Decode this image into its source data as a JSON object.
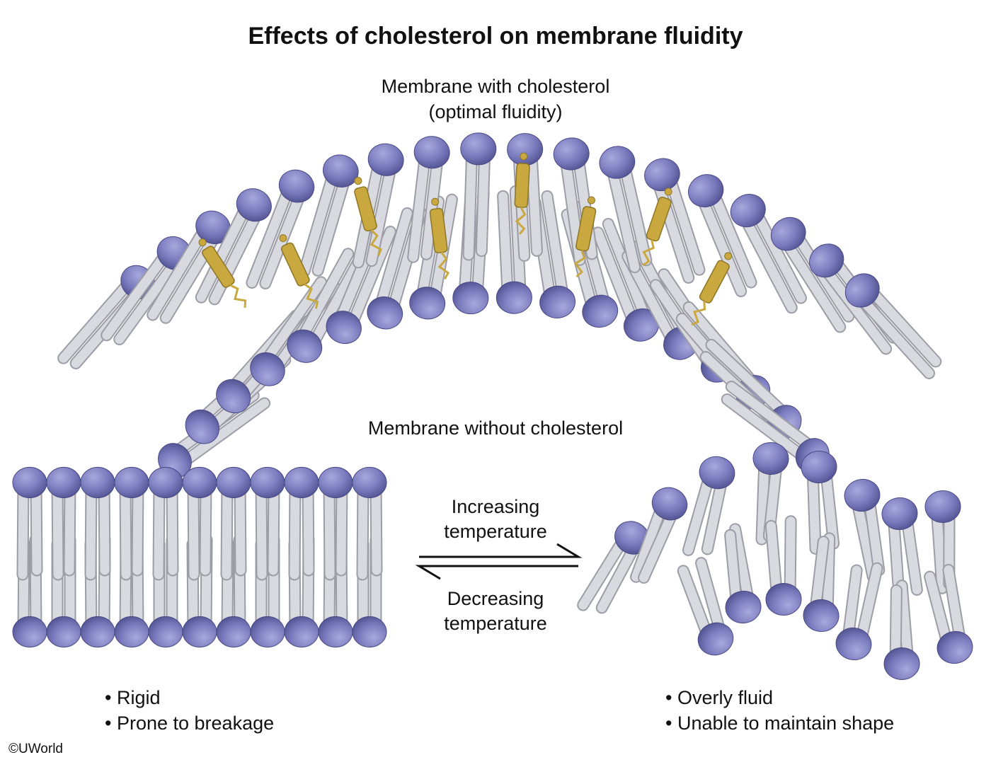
{
  "title": "Effects of cholesterol on membrane fluidity",
  "top_label": {
    "line1": "Membrane with cholesterol",
    "line2": "(optimal fluidity)"
  },
  "bottom_label": "Membrane without cholesterol",
  "arrows": {
    "forward": "Increasing temperature",
    "forward_line1": "Increasing",
    "forward_line2": "temperature",
    "reverse_line1": "Decreasing",
    "reverse_line2": "temperature"
  },
  "left_membrane": {
    "properties": [
      "Rigid",
      "Prone to breakage"
    ]
  },
  "right_membrane": {
    "properties": [
      "Overly fluid",
      "Unable to maintain shape"
    ]
  },
  "copyright": "©UWorld",
  "colors": {
    "phospholipid_head": "#7b7cbf",
    "fatty_acid_tail": "#d9dadf",
    "cholesterol": "#c9a93f"
  }
}
